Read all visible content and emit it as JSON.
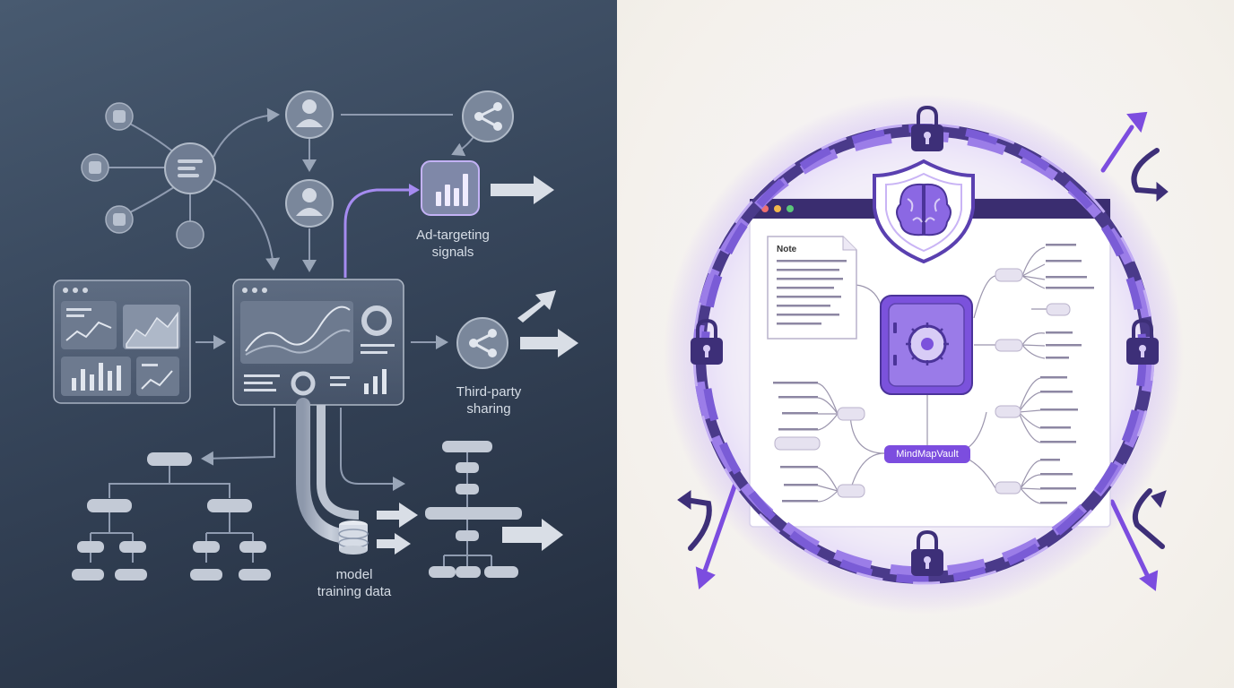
{
  "left_panel": {
    "labels": {
      "ad_targeting": [
        "Ad-targeting",
        "signals"
      ],
      "third_party": [
        "Third-party",
        "sharing"
      ],
      "model_training": [
        "model",
        "training data"
      ]
    }
  },
  "right_panel": {
    "note_title": "Note",
    "vault_label": "MindMapVault"
  },
  "colors": {
    "left_bg_top": "#485a70",
    "left_bg_bottom": "#232d3e",
    "accent_purple": "#7c4ddf",
    "chain_dark": "#4a3a8a",
    "chain_light": "#9b7de8",
    "glow": "#c9b4f5"
  },
  "icons": [
    "user-icon",
    "share-icon",
    "bar-chart-icon",
    "lock-icon",
    "brain-shield-icon",
    "safe-icon",
    "database-icon",
    "note-icon"
  ]
}
